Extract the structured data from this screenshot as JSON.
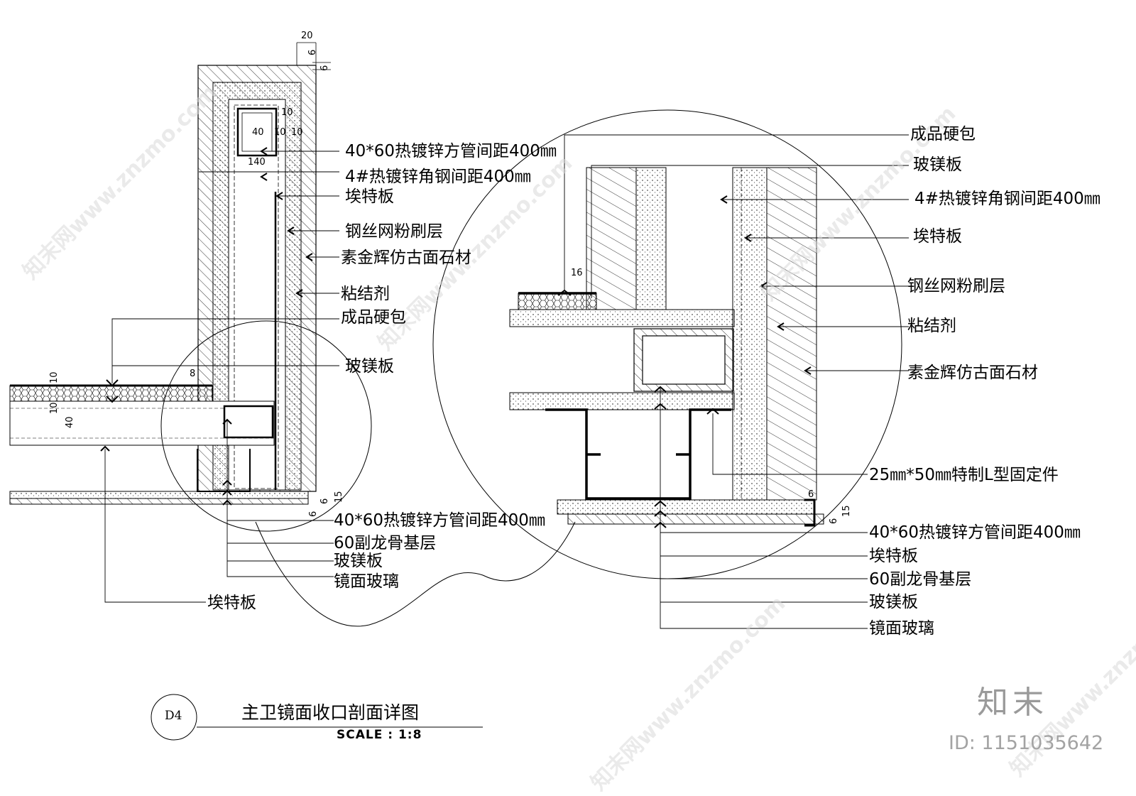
{
  "left_labels": {
    "tube_spacing_top": "40*60热镀锌方管间距400㎜",
    "angle_steel": "4#热镀锌角钢间距400㎜",
    "eter_board_top": "埃特板",
    "wire_mesh": "钢丝网粉刷层",
    "stone": "素金辉仿古面石材",
    "adhesive": "粘结剂",
    "hard_pack": "成品硬包",
    "mgo_board_top": "玻镁板",
    "tube_spacing_bottom": "40*60热镀锌方管间距400㎜",
    "keel_base": "60副龙骨基层",
    "mgo_board_bottom": "玻镁板",
    "mirror_glass": "镜面玻璃",
    "eter_board_bottom": "埃特板"
  },
  "right_labels": {
    "hard_pack": "成品硬包",
    "mgo_board_top": "玻镁板",
    "angle_steel": "4#热镀锌角钢间距400㎜",
    "eter_board_top": "埃特板",
    "wire_mesh": "钢丝网粉刷层",
    "adhesive": "粘结剂",
    "stone": "素金辉仿古面石材",
    "l_fixer": "25㎜*50㎜特制L型固定件",
    "tube_spacing": "40*60热镀锌方管间距400㎜",
    "eter_board_bottom": "埃特板",
    "keel_base": "60副龙骨基层",
    "mgo_board_bottom": "玻镁板",
    "mirror_glass": "镜面玻璃"
  },
  "dims_left": {
    "d20": "20",
    "d6a": "6",
    "d6b": "6",
    "d10a": "10",
    "d40": "40",
    "d10b": "10",
    "d10c": "10",
    "d140": "140",
    "d8": "8",
    "d10d": "10",
    "d10e": "10",
    "d40v": "40",
    "d6c": "6",
    "d15": "15",
    "d6d": "6"
  },
  "dims_right": {
    "d16": "16",
    "d6a": "6",
    "d6b": "6",
    "d15": "15"
  },
  "title_block": {
    "tag": "D4",
    "title": "主卫镜面收口剖面详图",
    "scale": "SCALE :   1:8"
  },
  "watermark": {
    "logo": "知末",
    "id": "ID: 1151035642",
    "text": "知末网www.znzmo.com"
  }
}
